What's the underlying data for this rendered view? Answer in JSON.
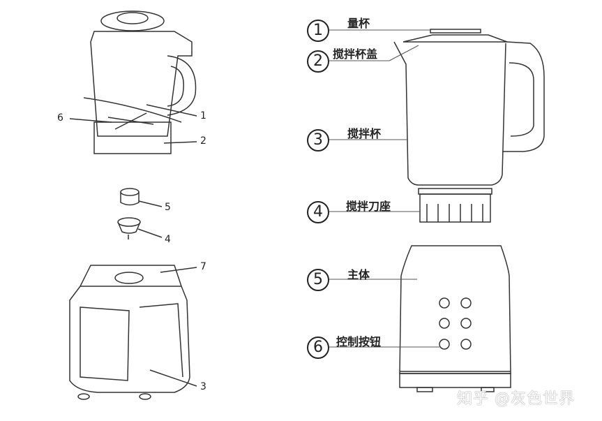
{
  "left_diagram": {
    "callouts": [
      "1",
      "2",
      "3",
      "4",
      "5",
      "6",
      "7"
    ]
  },
  "right_diagram": {
    "parts": [
      {
        "number": "1",
        "label": "量杯"
      },
      {
        "number": "2",
        "label": "搅拌杯盖"
      },
      {
        "number": "3",
        "label": "搅拌杯"
      },
      {
        "number": "4",
        "label": "搅拌刀座"
      },
      {
        "number": "5",
        "label": "主体"
      },
      {
        "number": "6",
        "label": "控制按钮"
      }
    ]
  },
  "watermark": "知乎 @灰色世界"
}
